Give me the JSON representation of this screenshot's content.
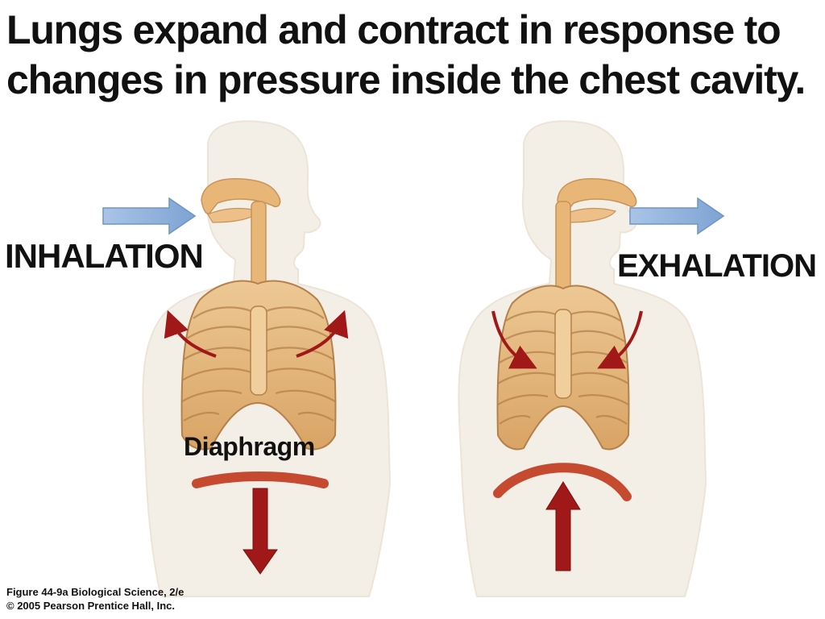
{
  "title": {
    "line1": "Lungs expand and contract in response to",
    "line2": "changes in pressure inside the chest cavity."
  },
  "panels": {
    "inhalation": {
      "label": "INHALATION",
      "diaphragm_label": "Diaphragm"
    },
    "exhalation": {
      "label": "EXHALATION"
    }
  },
  "credit": {
    "line1": "Figure 44-9a  Biological Science, 2/e",
    "line2": "© 2005 Pearson Prentice Hall, Inc."
  },
  "colors": {
    "body_silhouette": "#f4efe6",
    "rib_fill": "#e2b67c",
    "rib_dark": "#b5804a",
    "airway": "#e8b777",
    "air_arrow": "#8fb1da",
    "movement_arrow": "#a01818",
    "diaphragm": "#c64a2f"
  }
}
